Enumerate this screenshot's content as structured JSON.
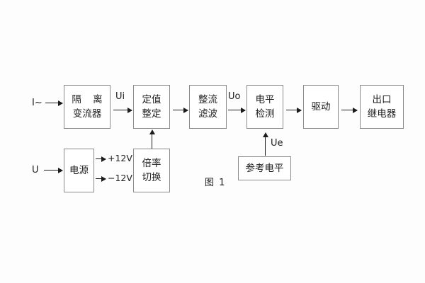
{
  "figure": {
    "caption": "图 1",
    "background_color": "#fdfdfd",
    "box_border_color": "#8a8a8a",
    "line_color": "#1c1c1c"
  },
  "inputs": {
    "current": "I~",
    "voltage": "U"
  },
  "signals": {
    "ui": "Ui",
    "uo": "Uo",
    "ue": "Ue",
    "pos12": "+12V",
    "neg12": "−12V"
  },
  "blocks": [
    {
      "id": "isolation-transformer",
      "line1": "隔 离",
      "line2": "变流器"
    },
    {
      "id": "setting-adjust",
      "line1": "定值",
      "line2": "整定"
    },
    {
      "id": "rectify-filter",
      "line1": "整流",
      "line2": "滤波"
    },
    {
      "id": "level-detect",
      "line1": "电平",
      "line2": "检测"
    },
    {
      "id": "drive",
      "line1": "驱动",
      "line2": ""
    },
    {
      "id": "output-relay",
      "line1": "出口",
      "line2": "继电器"
    },
    {
      "id": "power-supply",
      "line1": "电源",
      "line2": ""
    },
    {
      "id": "multiplier-switch",
      "line1": "倍率",
      "line2": "切换"
    },
    {
      "id": "reference-level",
      "line1": "参考电平",
      "line2": ""
    }
  ]
}
